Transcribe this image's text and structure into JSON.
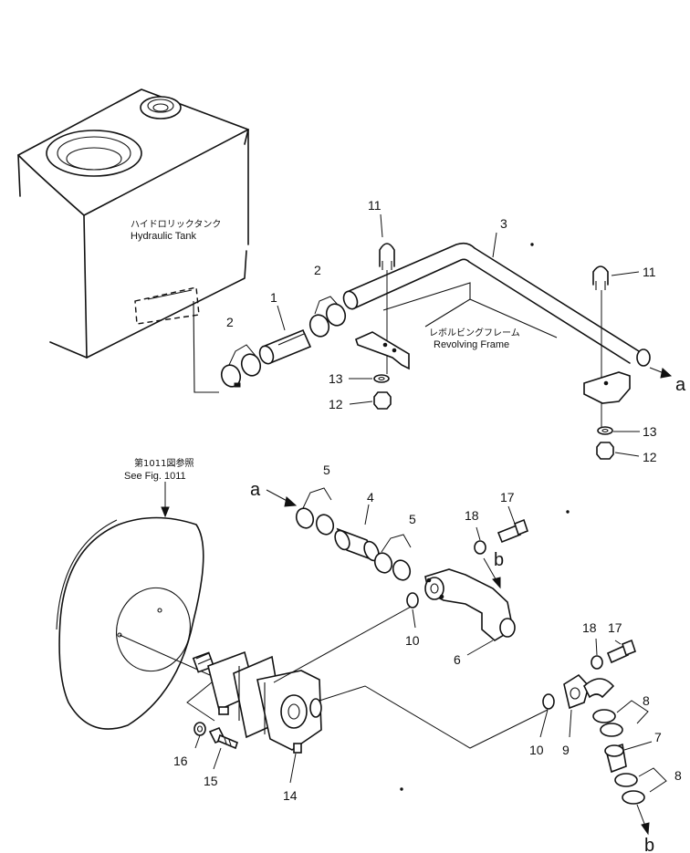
{
  "labels": {
    "tank_jp": "ハイドロリックタンク",
    "tank_en": "Hydraulic Tank",
    "frame_jp": "レボルビングフレーム",
    "frame_en": "Revolving Frame",
    "see_fig_jp": "第1011図参照",
    "see_fig_en": "See Fig. 1011"
  },
  "connection_letters": {
    "a_top": "a",
    "a_mid": "a",
    "b_mid": "b",
    "b_bottom": "b"
  },
  "callouts": {
    "p1": "1",
    "p2_left": "2",
    "p2_right": "2",
    "p3": "3",
    "p4": "4",
    "p5_left": "5",
    "p5_right": "5",
    "p6": "6",
    "p7": "7",
    "p8_top": "8",
    "p8_bottom": "8",
    "p9": "9",
    "p10_left": "10",
    "p10_right": "10",
    "p11_left": "11",
    "p11_right": "11",
    "p12_left": "12",
    "p12_right": "12",
    "p13_left": "13",
    "p13_right": "13",
    "p14": "14",
    "p15": "15",
    "p16": "16",
    "p17_top": "17",
    "p17_right": "17",
    "p18_top": "18",
    "p18_right": "18"
  }
}
